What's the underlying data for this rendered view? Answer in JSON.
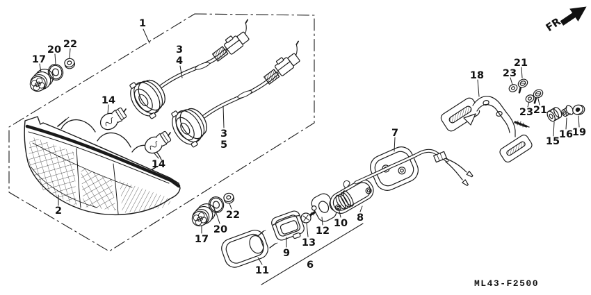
{
  "meta": {
    "drawing_code": "ML43-F2500",
    "direction_indicator": "FR.",
    "line_color": "#1a1a1a",
    "background_color": "#ffffff"
  },
  "labels": [
    {
      "text": "1"
    },
    {
      "text": "3"
    },
    {
      "text": "4"
    },
    {
      "text": "3"
    },
    {
      "text": "5"
    },
    {
      "text": "14"
    },
    {
      "text": "14"
    },
    {
      "text": "17"
    },
    {
      "text": "20"
    },
    {
      "text": "22"
    },
    {
      "text": "2"
    },
    {
      "text": "17"
    },
    {
      "text": "20"
    },
    {
      "text": "22"
    },
    {
      "text": "11"
    },
    {
      "text": "9"
    },
    {
      "text": "13"
    },
    {
      "text": "12"
    },
    {
      "text": "10"
    },
    {
      "text": "8"
    },
    {
      "text": "6"
    },
    {
      "text": "7"
    },
    {
      "text": "18"
    },
    {
      "text": "23"
    },
    {
      "text": "21"
    },
    {
      "text": "23"
    },
    {
      "text": "21"
    },
    {
      "text": "15"
    },
    {
      "text": "16"
    },
    {
      "text": "19"
    }
  ]
}
